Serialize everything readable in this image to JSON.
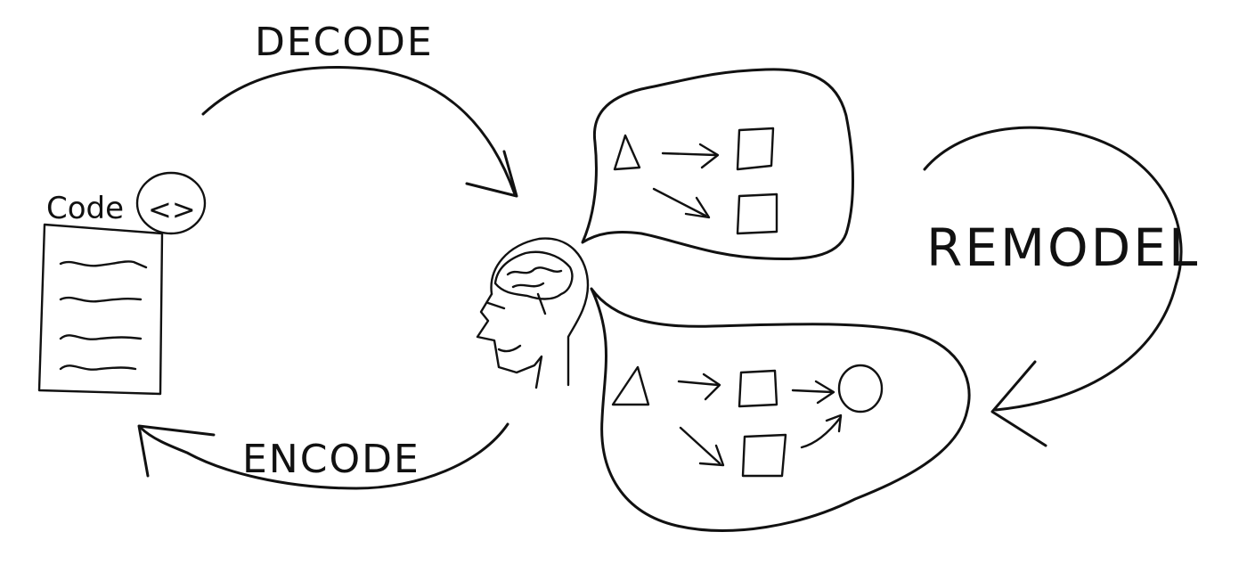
{
  "labels": {
    "decode": "DECODE",
    "encode": "ENCODE",
    "remodel": "REMODEL",
    "code": "Code",
    "code_symbol": "<>"
  },
  "colors": {
    "background": "#ffffff",
    "ink": "#111111"
  },
  "icons": [
    "code-document-icon",
    "head-brain-icon",
    "triangle-icon",
    "square-icon",
    "circle-icon"
  ]
}
